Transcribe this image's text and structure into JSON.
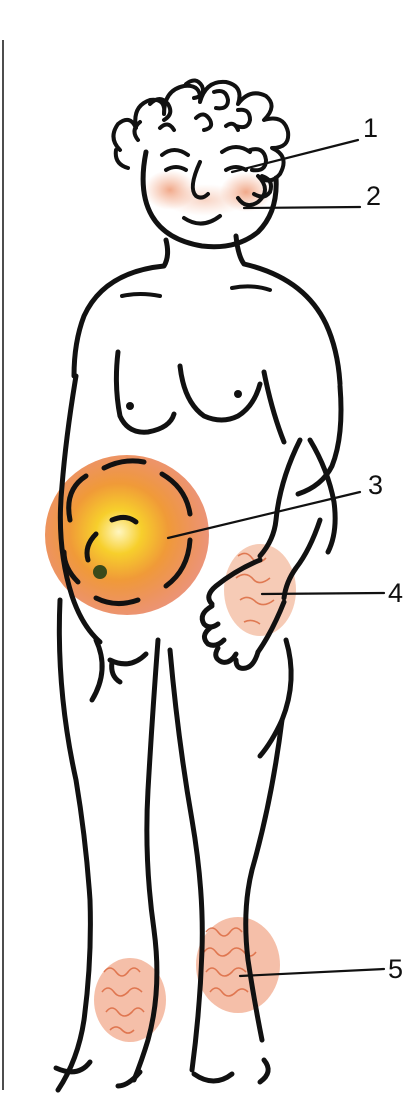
{
  "colors": {
    "ink": "#111111",
    "skin_redness": "#e8825a",
    "lesion_orange": "#e0662e",
    "lesion_center": "#f5c52a",
    "background": "#ffffff"
  },
  "labels": [
    "1",
    "2",
    "3",
    "4",
    "5"
  ]
}
